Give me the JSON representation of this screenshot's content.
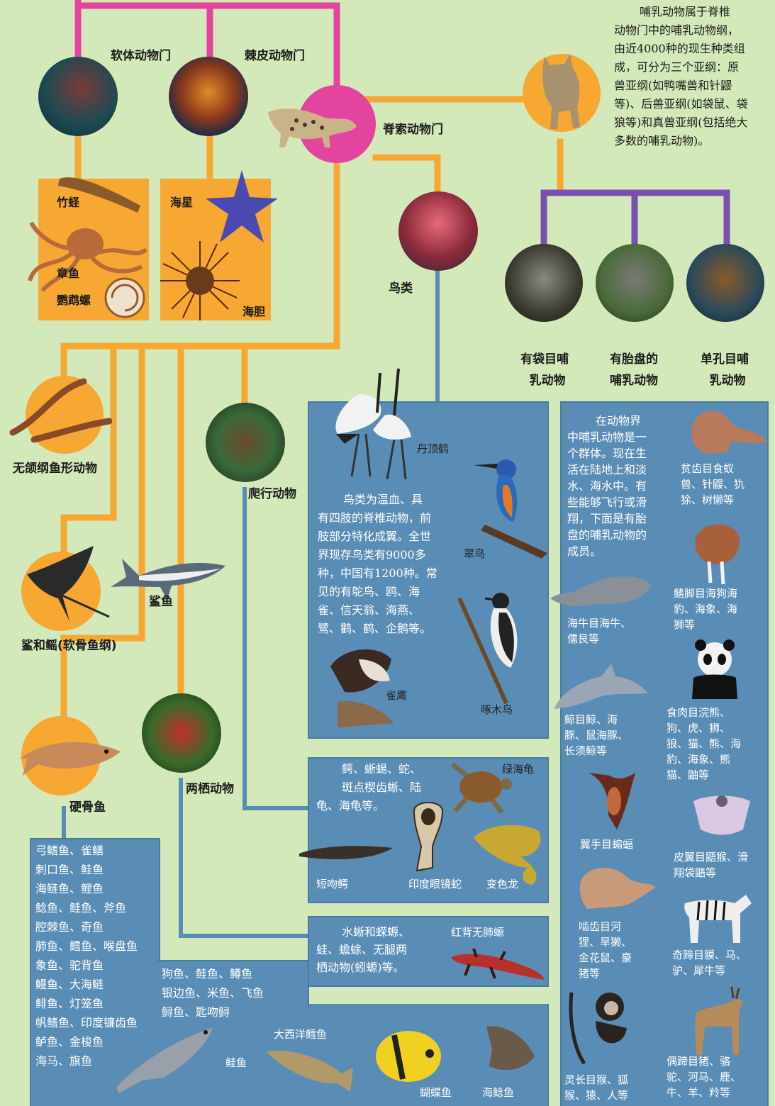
{
  "intro": {
    "lines": [
      "哺乳动物属于脊椎",
      "动物门中的哺乳动物纲，",
      "由近4000种的现生种类组",
      "成，可分为三个亚纲：原",
      "兽亚纲(如鸭嘴兽和针鼹",
      "等)、后兽亚纲(如袋鼠、袋",
      "狼等)和真兽亚纲(包括绝大",
      "多数的哺乳动物)。"
    ]
  },
  "phyla": {
    "mollusca": "软体动物门",
    "echinoderm": "棘皮动物门",
    "chordata": "脊索动物门"
  },
  "mollusca_examples": {
    "razor": "竹蛏",
    "octopus": "章鱼",
    "nautilus": "鹦鹉螺"
  },
  "echinoderm_examples": {
    "starfish": "海星",
    "urchin": "海胆"
  },
  "classes": {
    "birds": "鸟类",
    "jawless": "无颌纲鱼形动物",
    "reptiles": "爬行动物",
    "cartilaginous": "鲨和鳐(软骨鱼纲)",
    "shark": "鲨鱼",
    "bony": "硬骨鱼",
    "amphibians": "两栖动物"
  },
  "mammal_groups": {
    "marsupial": [
      "有袋目哺",
      "乳动物"
    ],
    "placental": [
      "有胎盘的",
      "哺乳动物"
    ],
    "monotreme": [
      "单孔目哺",
      "乳动物"
    ]
  },
  "birds_panel": {
    "text": [
      "鸟类为温血、具",
      "有四肢的脊椎动物，前",
      "肢部分特化成翼。全世",
      "界现存鸟类有9000多",
      "种，中国有1200种。常",
      "见的有鸵鸟、鸥、海",
      "雀、信天翁、海燕、",
      "鹭、鹳、鹤、企鹅等。"
    ],
    "crane": "丹顶鹤",
    "kingfisher": "翠鸟",
    "secretary": "雀鹰",
    "woodpecker": "啄木鸟"
  },
  "reptile_panel": {
    "text": [
      "鳄、蜥蜴、蛇、",
      "斑点楔齿蜥、陆",
      "龟、海龟等。"
    ],
    "turtle": "绿海龟",
    "croc": "短吻鳄",
    "cobra": "印度眼镜蛇",
    "chameleon": "变色龙"
  },
  "amphibian_panel": {
    "text": [
      "水蜥和蝾螈、",
      "蛙、蟾蜍、无腿两",
      "栖动物(蚓螈)等。"
    ],
    "salamander": "红背无肺螈"
  },
  "fish_panel": {
    "left": [
      "弓鳍鱼、雀鳝",
      "刺口鱼、鲑鱼",
      "海鲢鱼、鲤鱼",
      "鲶鱼、鲑鱼、斧鱼",
      "腔棘鱼、奇鱼",
      "肺鱼、鳕鱼、喉盘鱼",
      "象鱼、驼背鱼",
      "鳗鱼、大海鲢",
      "鲱鱼、灯笼鱼",
      "帆鳍鱼、印度镰齿鱼",
      "鲈鱼、金梭鱼",
      "海马、旗鱼"
    ],
    "right": [
      "狗鱼、鲑鱼、鳟鱼",
      "银边鱼、米鱼、飞鱼",
      "鲟鱼、匙吻鲟"
    ],
    "salmon": "鲑鱼",
    "cod": "大西洋鳕鱼",
    "butterfly": "蝴蝶鱼",
    "catfish": "海鲶鱼"
  },
  "mammal_panel": {
    "text": [
      "在动物界",
      "中哺乳动物是一",
      "个群体。现在生",
      "活在陆地上和淡",
      "水、海水中。有",
      "些能够飞行或滑",
      "翔，下面是有胎",
      "盘的哺乳动物的",
      "成员。"
    ],
    "anteater": [
      "贫齿目食蚁",
      "兽、针鼹、犰",
      "狳、树懒等"
    ],
    "walrus": [
      "鳍脚目海狗海",
      "豹、海象、海",
      "狮等"
    ],
    "manatee": [
      "海牛目海牛、",
      "儒艮等"
    ],
    "dolphin": [
      "鲸目鲸、海",
      "豚、鼠海豚、",
      "长须鲸等"
    ],
    "carnivore": [
      "食肉目浣熊、",
      "狗、虎、狮、",
      "狼、猫、熊、海",
      "豹、海象、熊",
      "猫、鼬等"
    ],
    "bat": "翼手目蝙蝠",
    "colugo": [
      "皮翼目鼯猴、滑",
      "翔袋鼯等"
    ],
    "rodent": [
      "啮齿目河",
      "狸、旱獭、",
      "金花鼠、豪",
      "猪等"
    ],
    "perissodactyl": [
      "奇蹄目貘、马、",
      "驴、犀牛等"
    ],
    "primate": [
      "灵长目猴、狐",
      "猴、猿、人等"
    ],
    "artiodactyl": [
      "偶蹄目猪、骆",
      "驼、河马、鹿、",
      "牛、羊、羚等"
    ]
  },
  "colors": {
    "pink": "#e2449e",
    "orange": "#f7a832",
    "blue": "#5a8db5",
    "purple": "#7b4fb0",
    "bg": "#d3e9b9"
  }
}
